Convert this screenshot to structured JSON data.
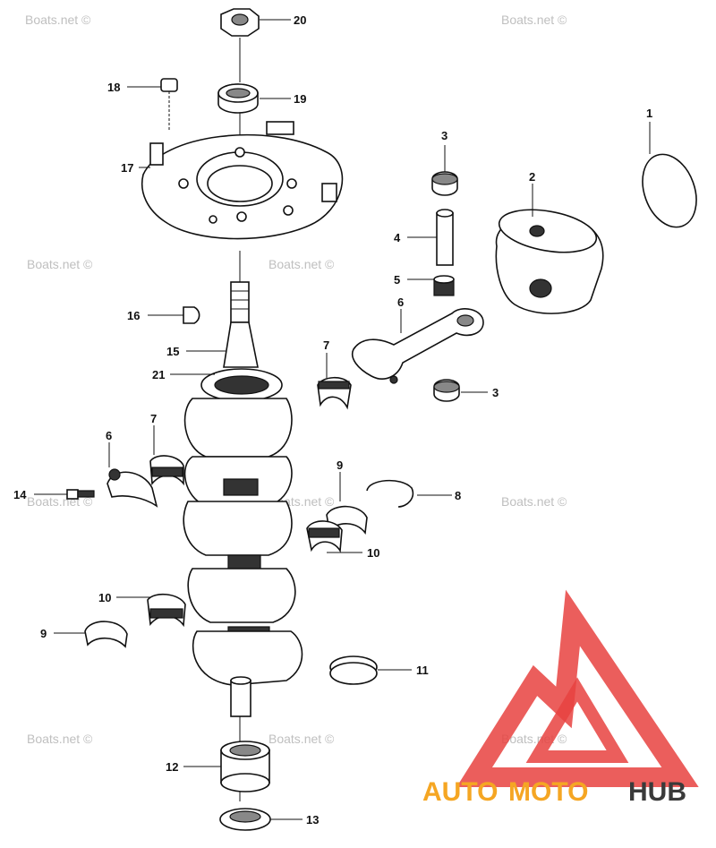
{
  "callouts": [
    "20",
    "19",
    "18",
    "17",
    "3",
    "1",
    "2",
    "4",
    "5",
    "6",
    "16",
    "15",
    "7",
    "21",
    "3",
    "7",
    "6",
    "9",
    "8",
    "14",
    "10",
    "10",
    "9",
    "11",
    "12",
    "13"
  ],
  "watermark": {
    "text": "Boats.net ©"
  },
  "logo": {
    "word_auto": "AUTO",
    "word_moto": "MOTO",
    "word_hub": "HUB",
    "colors": {
      "auto": "#f5a623",
      "moto": "#f5a623",
      "hub": "#3a3a3a",
      "triangle": "#e8423f"
    }
  }
}
